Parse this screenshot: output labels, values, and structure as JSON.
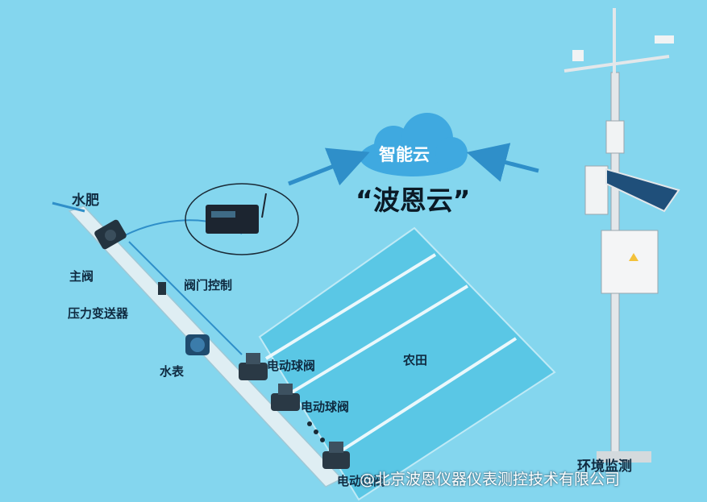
{
  "cloud": {
    "label": "智能云"
  },
  "brand": "“波恩云”",
  "labels": {
    "water_fertilizer": "水肥",
    "main_valve": "主阀",
    "pressure_transmitter": "压力变送器",
    "valve_control": "阀门控制",
    "water_meter": "水表",
    "electric_ball_valve_1": "电动球阀",
    "electric_ball_valve_2": "电动球阀",
    "electric_ball_valve_3": "电动球阀",
    "farmland": "农田",
    "env_monitoring": "环境监测"
  },
  "watermark": "@北京波恩仪器仪表测控技术有限公司",
  "colors": {
    "background": "#84d6ee",
    "field": "#5ac7e5",
    "cloud": "#3fa9e0",
    "arrow": "#2f8fc9",
    "pipe": "#dfeef3"
  }
}
